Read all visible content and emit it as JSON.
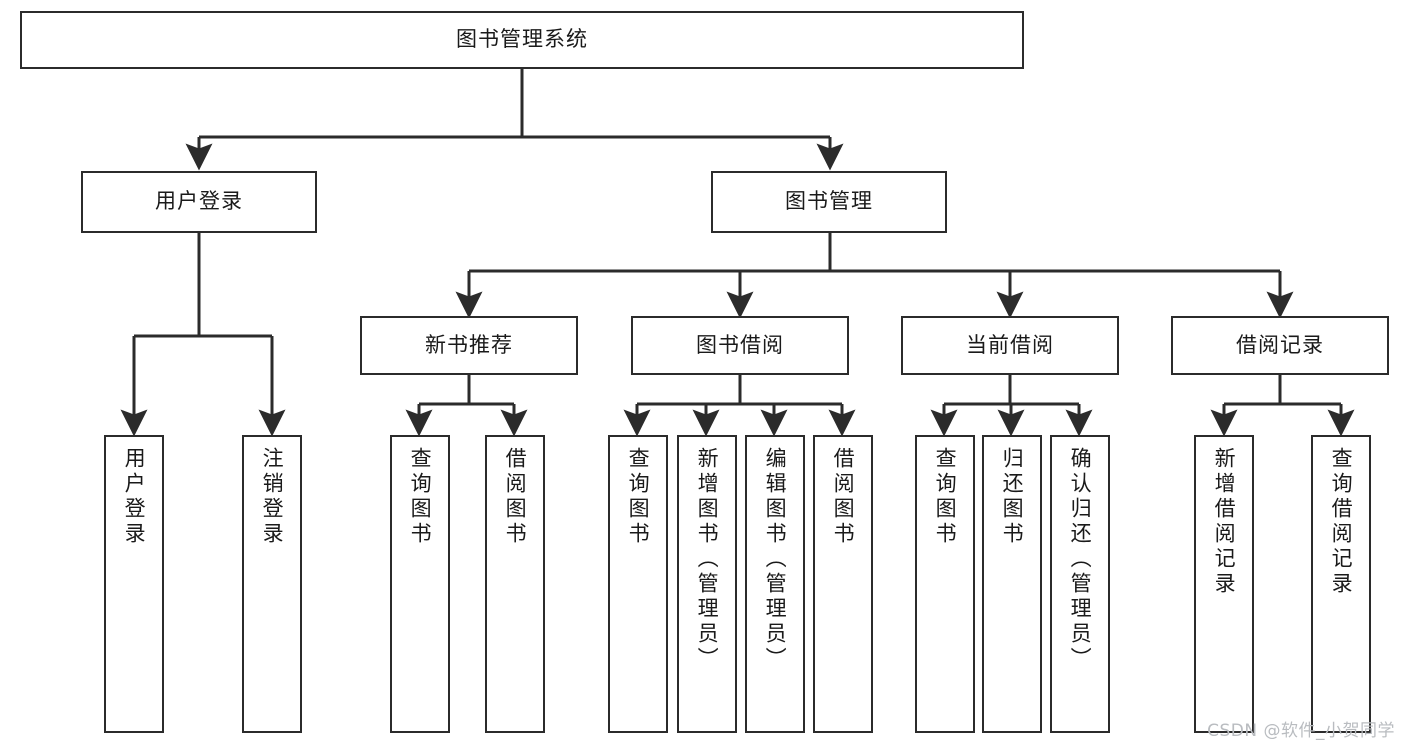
{
  "diagram": {
    "title": "图书管理系统",
    "type": "tree-hierarchy",
    "orientation": "top-down",
    "colors": {
      "box_border": "#2b2b2b",
      "box_fill": "#ffffff",
      "edge": "#2b2b2b",
      "text": "#1a1a1a",
      "watermark": "#b9bcc0",
      "background": "#ffffff"
    },
    "levels": {
      "level1": [
        "图书管理系统"
      ],
      "level2": [
        "用户登录",
        "图书管理"
      ],
      "level3": [
        "新书推荐",
        "图书借阅",
        "当前借阅",
        "借阅记录"
      ],
      "level4": [
        "用户登录",
        "注销登录",
        "查询图书",
        "借阅图书",
        "查询图书",
        "新增图书（管理员）",
        "编辑图书（管理员）",
        "借阅图书",
        "查询图书",
        "归还图书",
        "确认归还（管理员）",
        "新增借阅记录",
        "查询借阅记录"
      ]
    }
  },
  "root": {
    "label": "图书管理系统"
  },
  "branches": [
    {
      "id": "user-login",
      "label": "用户登录",
      "children": [
        {
          "id": "user-login-do",
          "label": "用户登录"
        },
        {
          "id": "user-logout",
          "label": "注销登录"
        }
      ]
    },
    {
      "id": "book-management",
      "label": "图书管理",
      "groups": [
        {
          "id": "new-book-recommend",
          "label": "新书推荐",
          "children": [
            {
              "id": "query-book-1",
              "label": "查询图书"
            },
            {
              "id": "borrow-book-1",
              "label": "借阅图书"
            }
          ]
        },
        {
          "id": "book-borrow",
          "label": "图书借阅",
          "children": [
            {
              "id": "query-book-2",
              "label": "查询图书"
            },
            {
              "id": "add-book",
              "label": "新增图书（管理员）"
            },
            {
              "id": "edit-book",
              "label": "编辑图书（管理员）"
            },
            {
              "id": "borrow-book-2",
              "label": "借阅图书"
            }
          ]
        },
        {
          "id": "current-borrow",
          "label": "当前借阅",
          "children": [
            {
              "id": "query-book-3",
              "label": "查询图书"
            },
            {
              "id": "return-book",
              "label": "归还图书"
            },
            {
              "id": "confirm-return",
              "label": "确认归还（管理员）"
            }
          ]
        },
        {
          "id": "borrow-record",
          "label": "借阅记录",
          "children": [
            {
              "id": "add-borrow-record",
              "label": "新增借阅记录"
            },
            {
              "id": "query-borrow-record",
              "label": "查询借阅记录"
            }
          ]
        }
      ]
    }
  ],
  "watermark": {
    "text": "CSDN @软件_小贺同学"
  }
}
